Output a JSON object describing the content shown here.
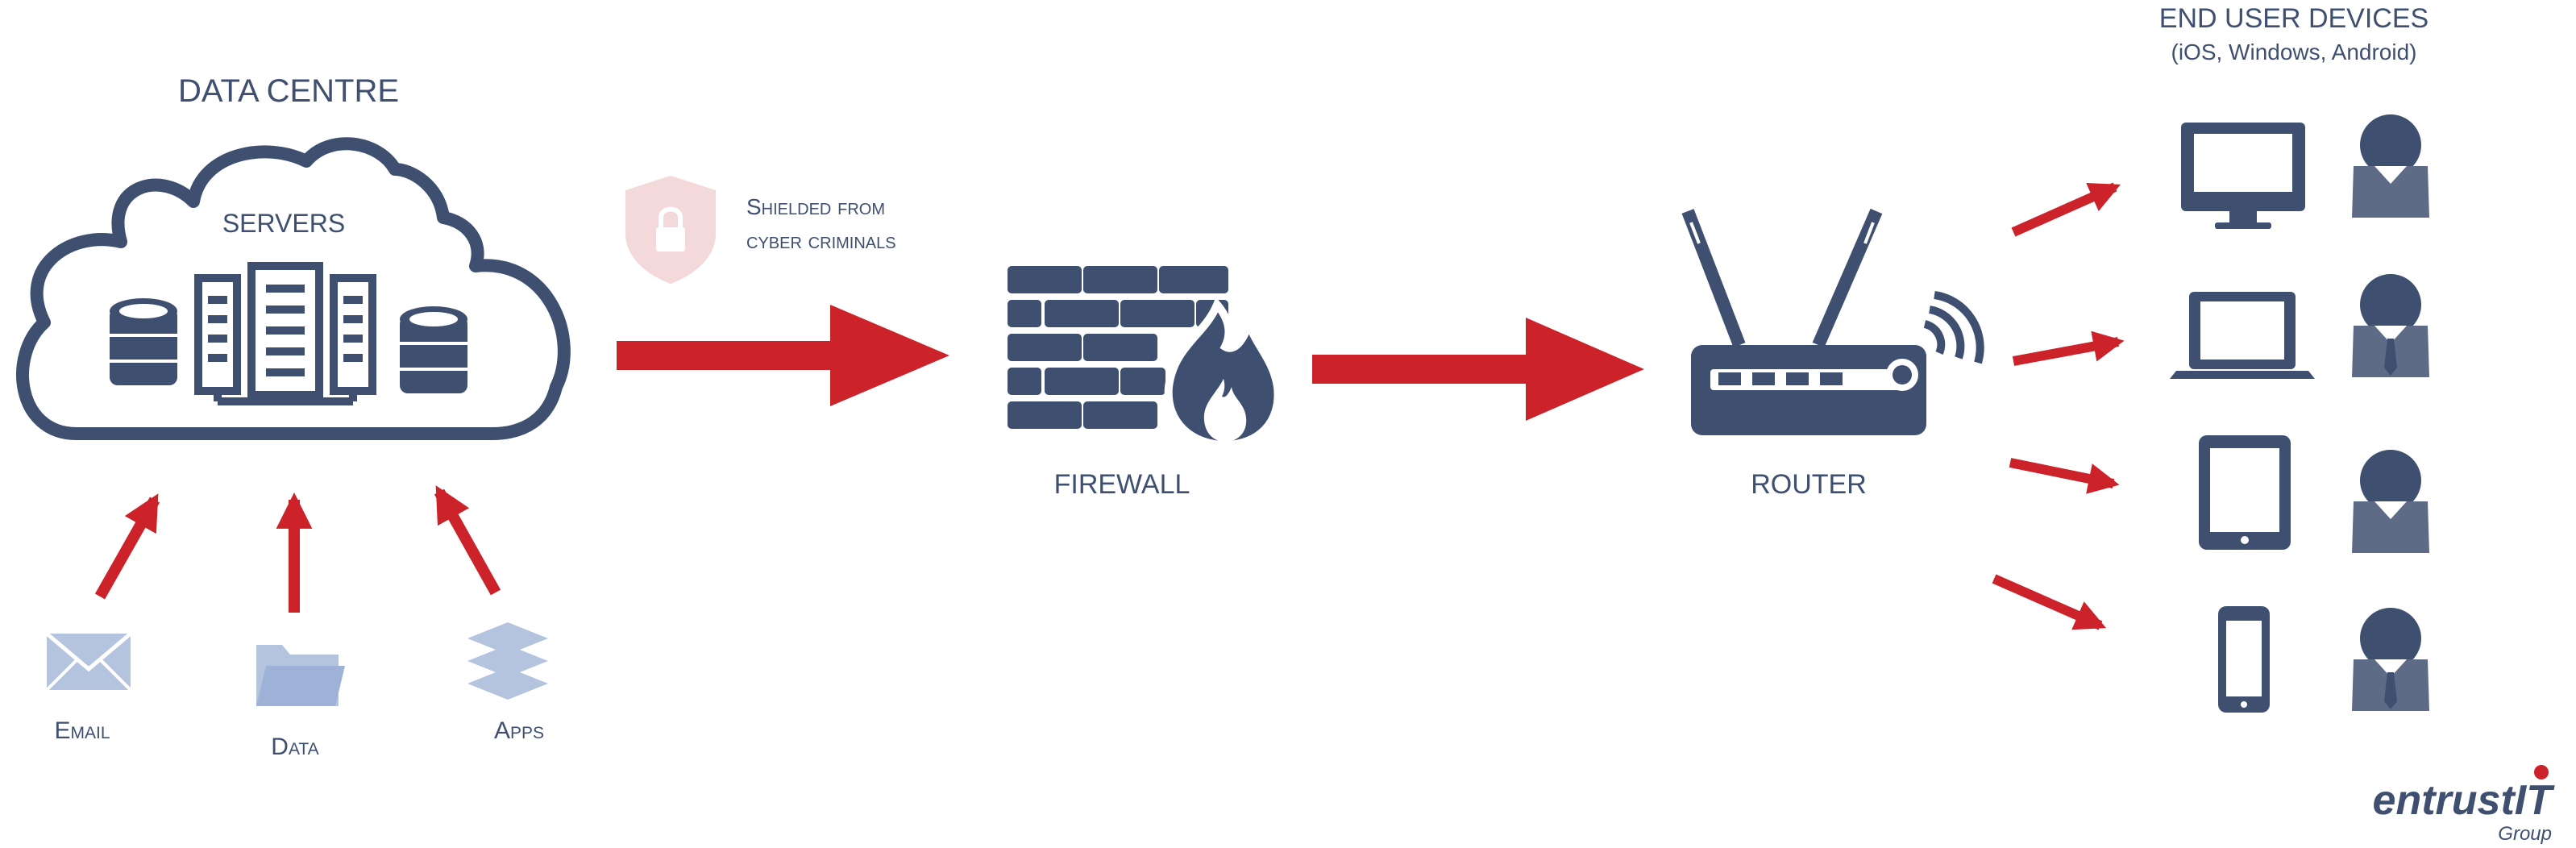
{
  "data_centre": {
    "title": "DATA CENTRE",
    "servers_label": "SERVERS"
  },
  "sources": [
    {
      "label": "Email",
      "icon": "envelope-icon"
    },
    {
      "label": "Data",
      "icon": "folder-icon"
    },
    {
      "label": "Apps",
      "icon": "layers-icon"
    }
  ],
  "shield_note": {
    "line1": "Shielded from",
    "line2": "cyber criminals",
    "icon": "padlock-shield-icon"
  },
  "firewall": {
    "label": "FIREWALL",
    "icon": "brick-wall-fire-icon"
  },
  "router": {
    "label": "ROUTER",
    "icon": "wifi-router-icon"
  },
  "end_users": {
    "title": "END USER DEVICES",
    "subtitle": "(iOS, Windows, Android)",
    "devices": [
      {
        "device_icon": "desktop-monitor-icon",
        "user_icon": "user-avatar-icon"
      },
      {
        "device_icon": "laptop-icon",
        "user_icon": "user-tie-avatar-icon"
      },
      {
        "device_icon": "tablet-icon",
        "user_icon": "user-avatar-icon"
      },
      {
        "device_icon": "smartphone-icon",
        "user_icon": "user-tie-avatar-icon"
      }
    ]
  },
  "logo": {
    "brand": "entrustIT",
    "sub": "Group"
  },
  "colors": {
    "navy": "#3e4f70",
    "arrow_red": "#cc2229",
    "light_blue": "#b4c4df",
    "shield_pink": "#f3d9da"
  }
}
